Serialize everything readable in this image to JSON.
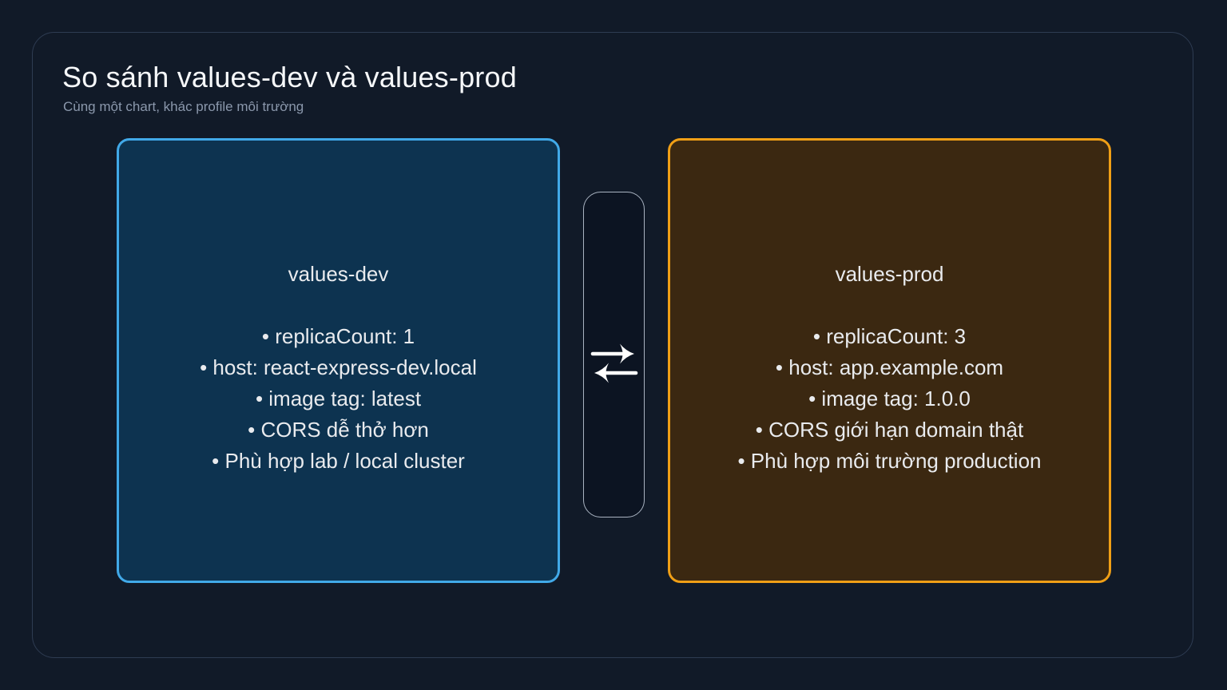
{
  "header": {
    "title": "So sánh values-dev và values-prod",
    "subtitle": "Cùng một chart, khác profile môi trường"
  },
  "cards": {
    "dev": {
      "title": "values-dev",
      "items": [
        "• replicaCount: 1",
        "• host: react-express-dev.local",
        "• image tag: latest",
        "• CORS dễ thở hơn",
        "• Phù hợp lab / local cluster"
      ]
    },
    "prod": {
      "title": "values-prod",
      "items": [
        "• replicaCount: 3",
        "• host: app.example.com",
        "• image tag: 1.0.0",
        "• CORS giới hạn domain thật",
        "• Phù hợp môi trường production"
      ]
    }
  },
  "swap": {
    "icon": "swap-arrows"
  },
  "colors": {
    "background": "#111a28",
    "panel_border": "#2e3c52",
    "dev_border": "#41a9e8",
    "dev_fill": "#0d3350",
    "prod_border": "#f09f16",
    "prod_fill": "#3b2811",
    "swap_pill_border": "#a9b3c1",
    "swap_pill_fill": "#0c1422",
    "title_text": "#f6f8fa",
    "subtitle_text": "#8b98ac",
    "card_text": "#e9ebee",
    "arrow_color": "#ffffff"
  }
}
